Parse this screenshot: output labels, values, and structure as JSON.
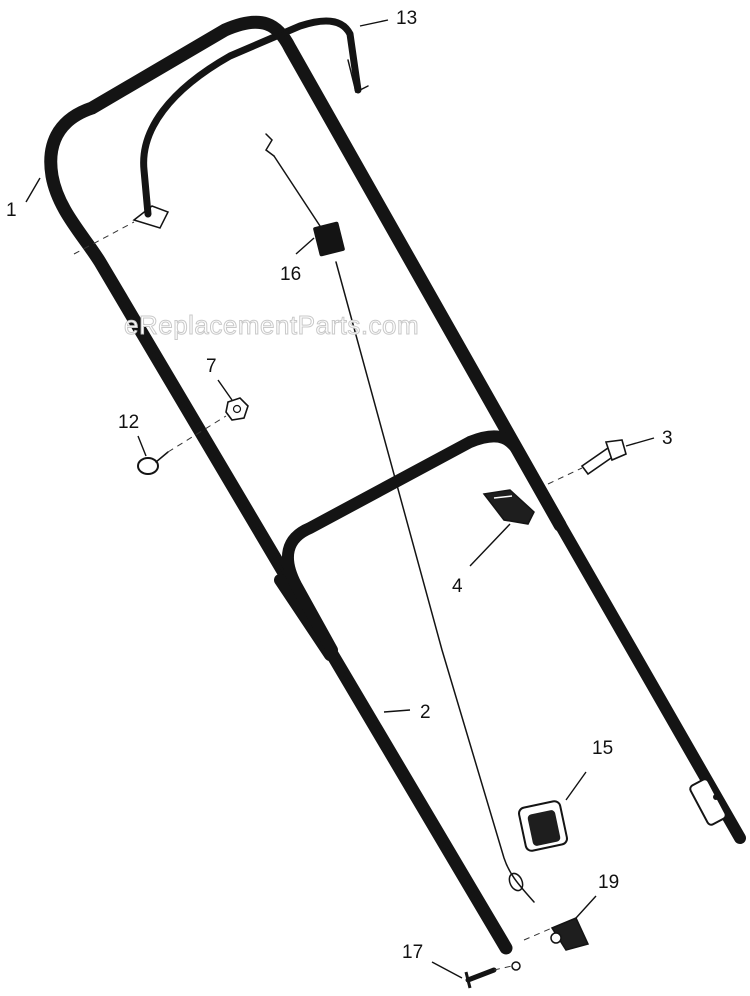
{
  "watermark": "eReplacementParts.com",
  "callouts": {
    "c1": "1",
    "c2": "2",
    "c3": "3",
    "c4": "4",
    "c7": "7",
    "c12": "12",
    "c13": "13",
    "c15": "15",
    "c16": "16",
    "c17": "17",
    "c19": "19"
  },
  "colors": {
    "ink": "#141414",
    "paper": "#ffffff",
    "watermark_outline": "#c9c9c9"
  }
}
